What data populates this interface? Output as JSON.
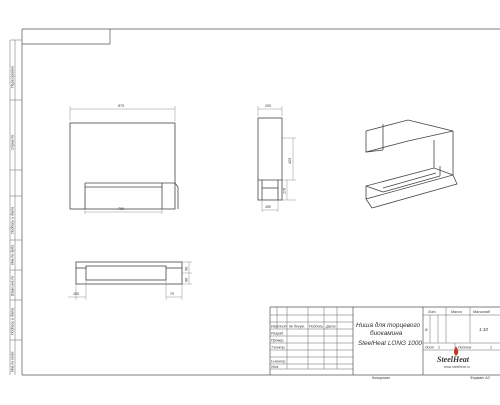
{
  "dimensions": {
    "front_width": "875",
    "front_base": "700",
    "side_depth": "200",
    "side_height": "425",
    "side_lower": "170",
    "side_bottom": "180",
    "top_left": "105",
    "top_right": "70",
    "top_h1": "50",
    "top_h2": "60"
  },
  "left_strip": {
    "labels": [
      "Перв.примен.",
      "Справ.№",
      "Подпись и дата",
      "Инв.№ дубл.",
      "Взам.инв.№",
      "Подпись и дата",
      "Инв.№ подл."
    ]
  },
  "title_block": {
    "headers": [
      "Изм",
      "Лист",
      "№ докум.",
      "Подпись",
      "Дата"
    ],
    "roles": [
      "Разраб.",
      "Провер.",
      "Т.контр.",
      "",
      "Н.контр.",
      "Утв."
    ],
    "title_line1": "Ниша для торцевого",
    "title_line2": "биокамина",
    "title_line3": "SteelHeat LONG 1000",
    "lit_label": "Лит.",
    "mass_label": "Масса",
    "scale_label": "Масштаб",
    "lit_value": "а",
    "scale_value": "1:10",
    "sheet_label": "Лист",
    "sheet_value": "1",
    "sheets_label": "Листов",
    "sheets_value": "1",
    "copied_label": "Копировал",
    "format_label": "Формат А3"
  },
  "logo": {
    "text": "SteelHeat",
    "url": "www.steelheat.ru"
  },
  "colors": {
    "line": "#444444",
    "logo_red": "#c0392b"
  }
}
